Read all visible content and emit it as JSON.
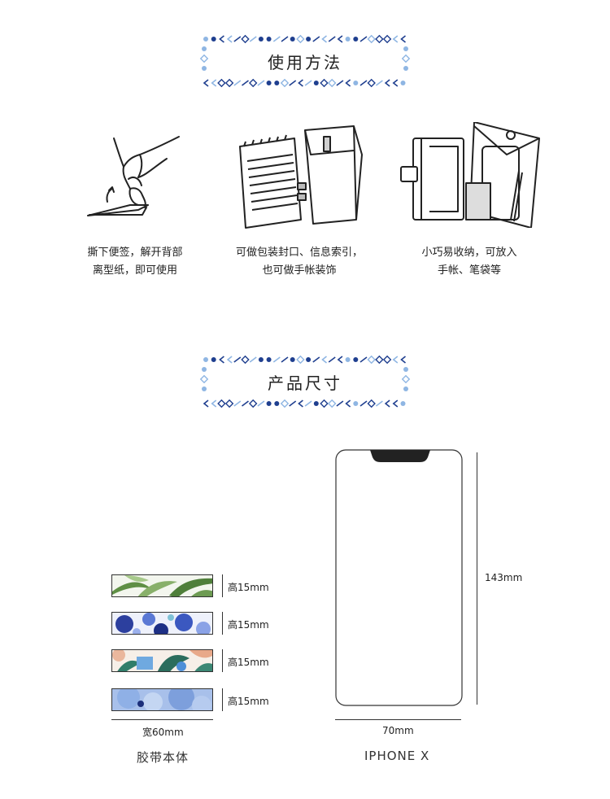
{
  "usage": {
    "title": "使用方法",
    "steps": [
      {
        "icon": "peel-hand-icon",
        "line1": "撕下便签，解开背部",
        "line2": "离型纸，即可使用"
      },
      {
        "icon": "notepad-bag-icon",
        "line1": "可做包装封口、信息索引，",
        "line2": "也可做手帐装饰"
      },
      {
        "icon": "planner-pouch-icon",
        "line1": "小巧易收纳，可放入",
        "line2": "手帐、笔袋等"
      }
    ]
  },
  "size": {
    "title": "产品尺寸",
    "tapes": [
      {
        "pattern": "green-leaves",
        "height_label": "高15mm"
      },
      {
        "pattern": "blue-flowers",
        "height_label": "高15mm"
      },
      {
        "pattern": "tropical-leaves",
        "height_label": "高15mm"
      },
      {
        "pattern": "blue-watercolor",
        "height_label": "高15mm"
      }
    ],
    "tape_width_label": "宽60mm",
    "tape_caption": "胶带本体",
    "phone_height_label": "143mm",
    "phone_width_label": "70mm",
    "phone_caption": "IPHONE X"
  },
  "colors": {
    "frame_dark": "#1f3f8f",
    "frame_light": "#8fb6e3",
    "line": "#222222"
  }
}
